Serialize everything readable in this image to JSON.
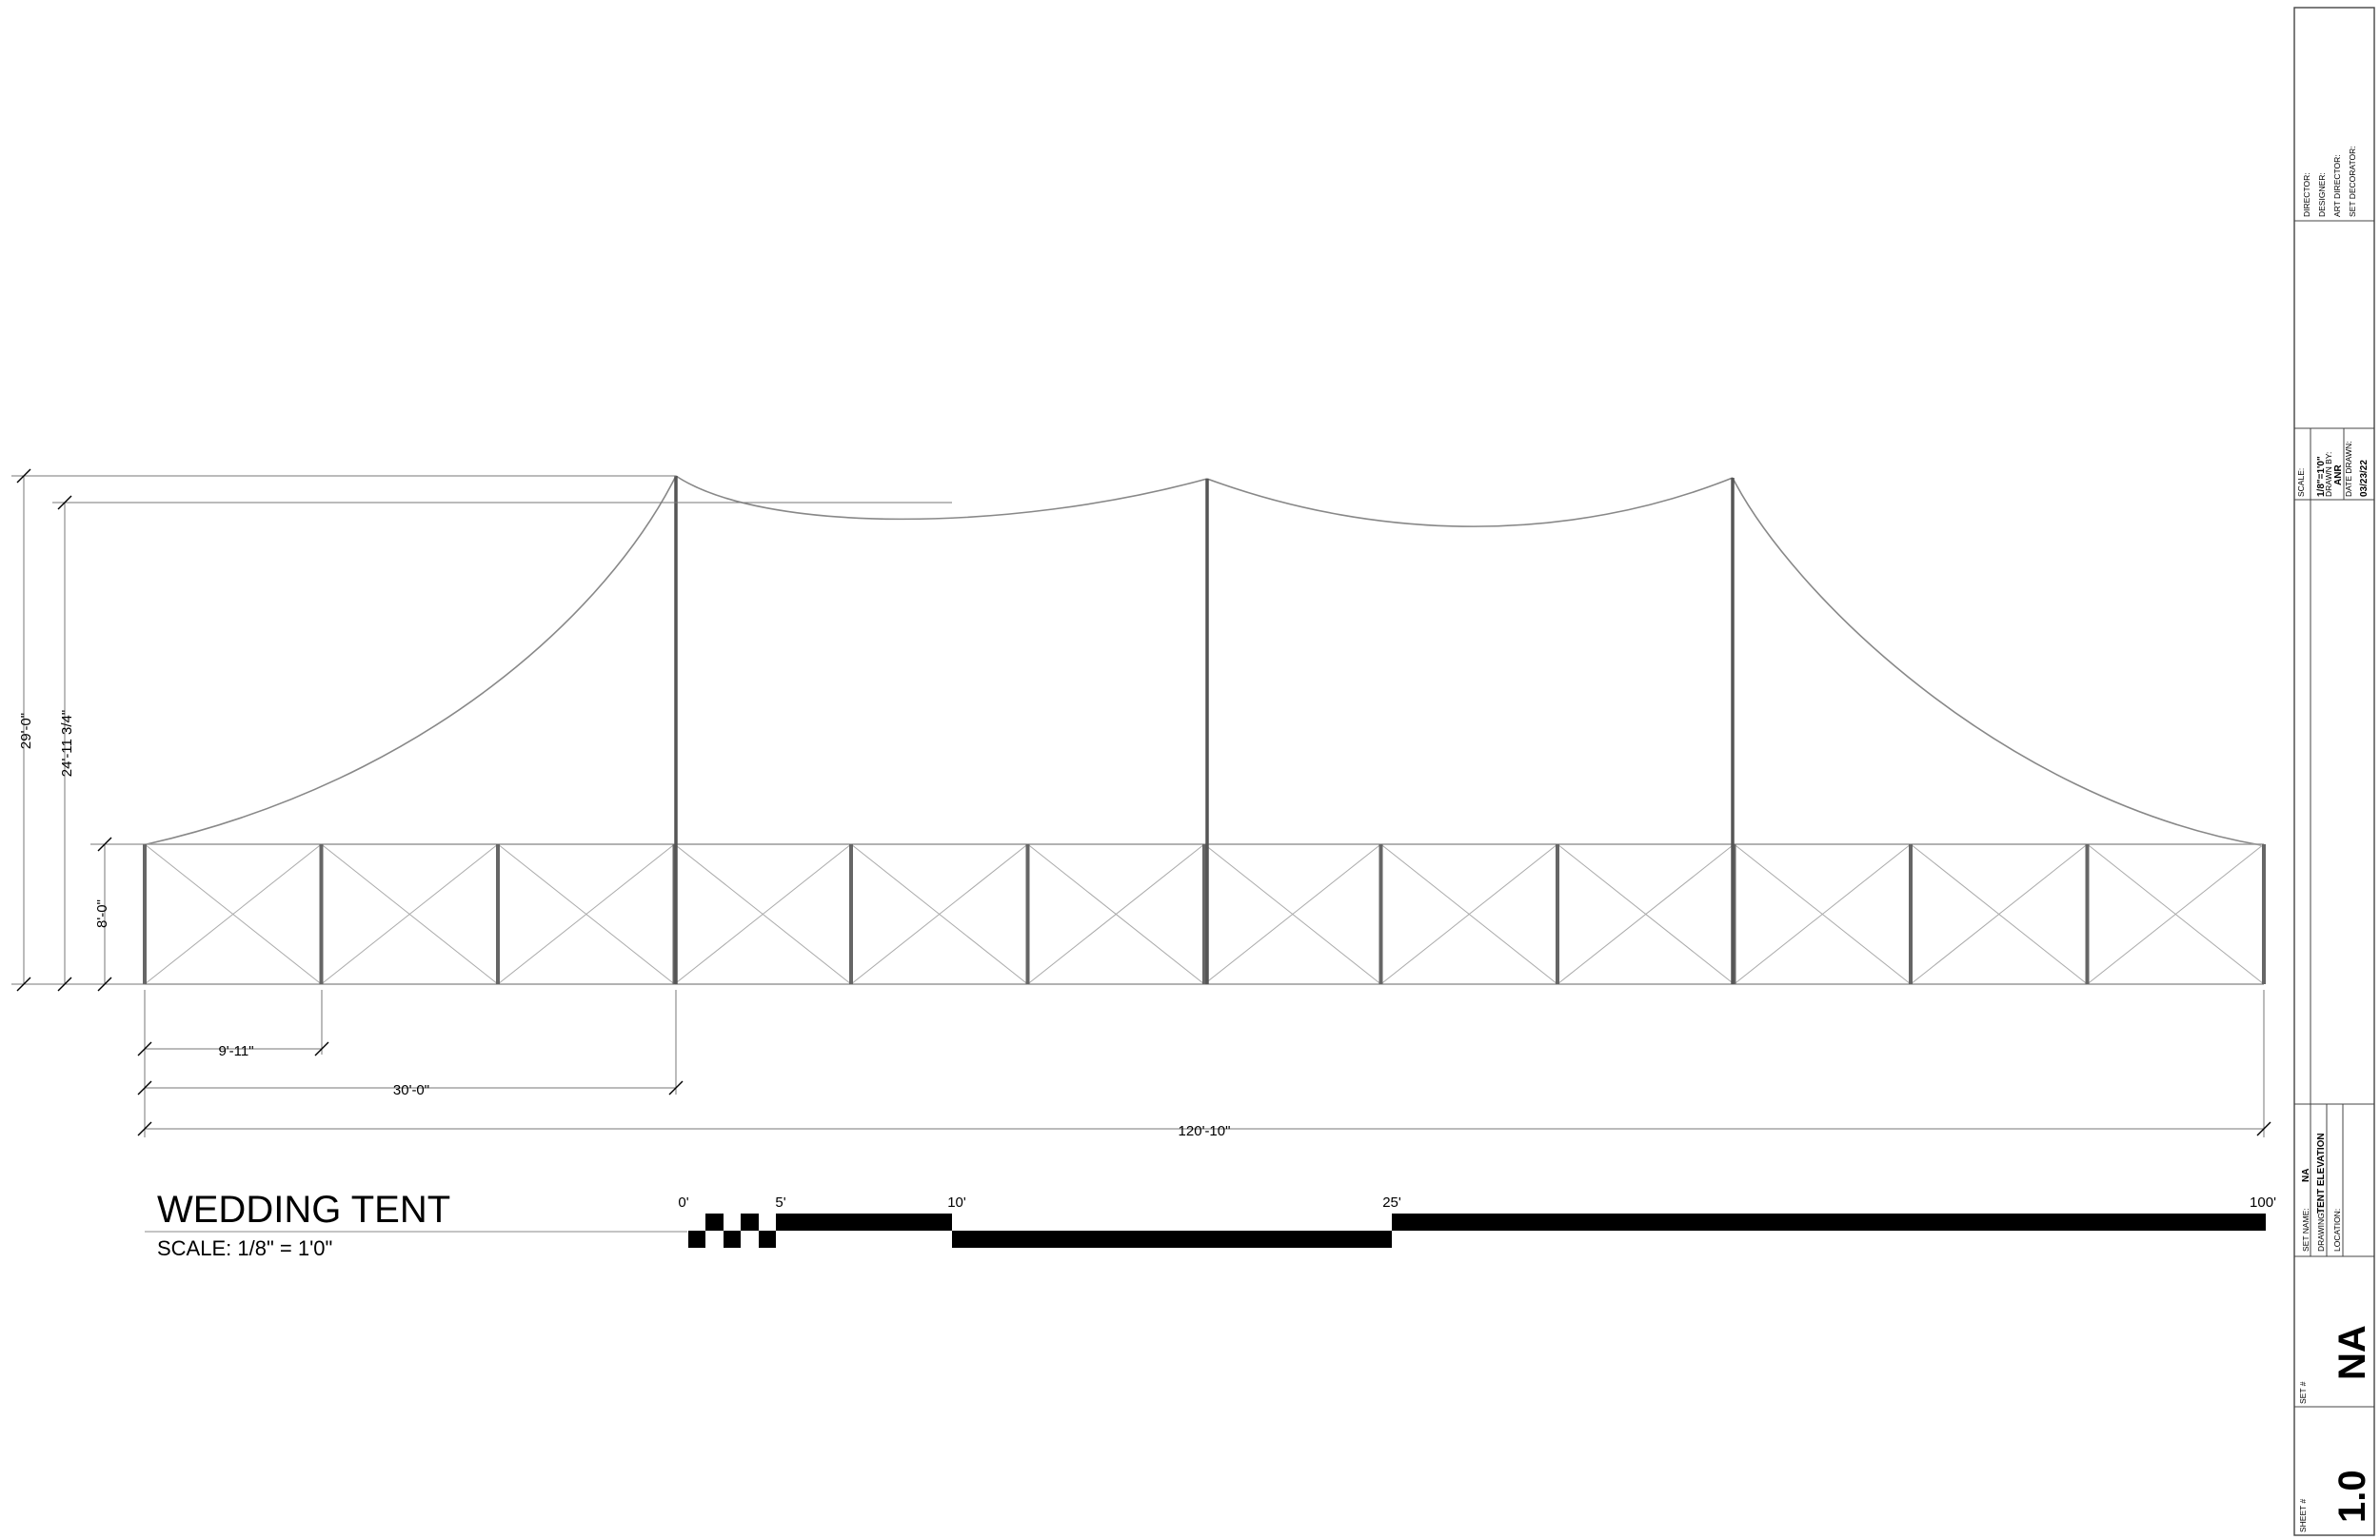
{
  "drawing": {
    "title": "WEDDING TENT",
    "scale_label": "SCALE: 1/8\" = 1'0\"",
    "dimensions": {
      "overall_height": "29'-0\"",
      "eave_to_mid_height": "24'-11 3/4\"",
      "side_height": "8'-0\"",
      "bay_width": "9'-11\"",
      "pole_spacing": "30'-0\"",
      "overall_length": "120'-10\""
    },
    "scale_bar": {
      "labels": [
        "0'",
        "5'",
        "10'",
        "25'",
        "100'"
      ]
    }
  },
  "title_block": {
    "director_label": "DIRECTOR:",
    "designer_label": "DESIGNER:",
    "art_director_label": "ART DIRECTOR:",
    "set_decorator_label": "SET DECORATOR:",
    "scale_label": "SCALE:",
    "scale_value": "1/8\"=1'0\"",
    "drawn_by_label": "DRAWN BY:",
    "drawn_by_value": "ANR",
    "date_drawn_label": "DATE DRAWN:",
    "date_drawn_value": "03/23/22",
    "set_name_label": "SET NAME:",
    "set_name_value": "NA",
    "drawing_label": "DRAWING:",
    "drawing_value": "TENT ELEVATION",
    "location_label": "LOCATION:",
    "set_no_label": "SET #",
    "set_no_value": "NA",
    "sheet_no_label": "SHEET #",
    "sheet_no_value": "1.0"
  }
}
